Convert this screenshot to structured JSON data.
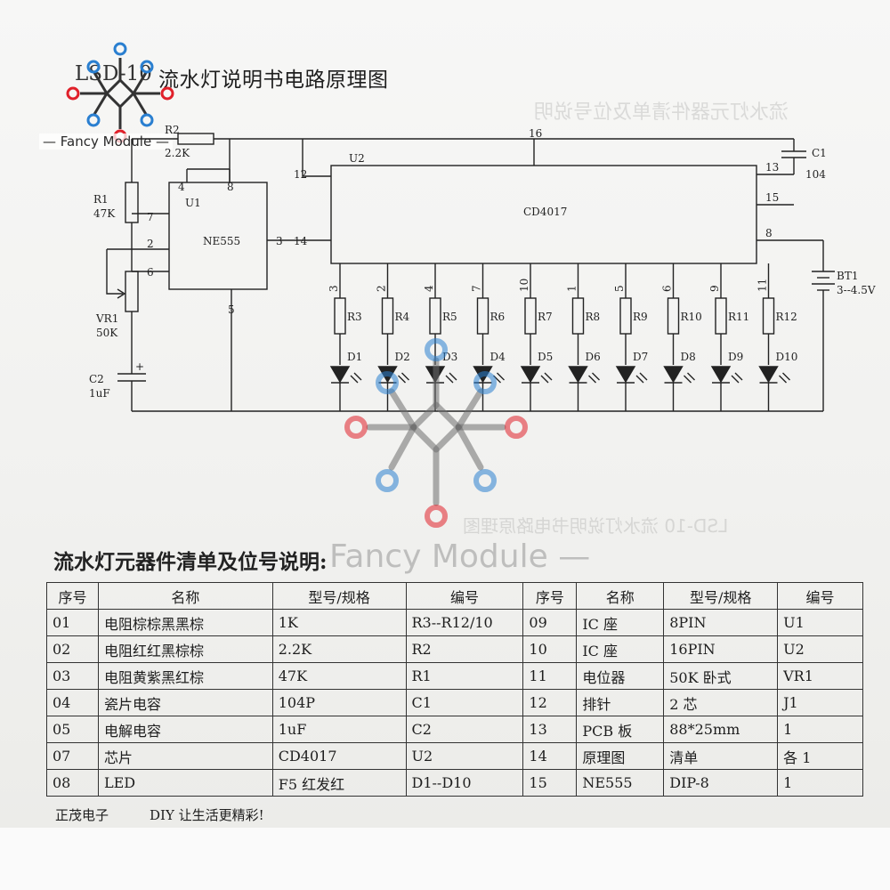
{
  "title": {
    "prefix": "LSD-10",
    "text": "流水灯说明书电路原理图"
  },
  "watermark": {
    "label": "Fancy Module",
    "dash": "—"
  },
  "schematic": {
    "components": {
      "R2": "R2",
      "R2_val": "2.2K",
      "R1": "R1",
      "R1_val": "47K",
      "U1": "U1",
      "U1_part": "NE555",
      "U2": "U2",
      "U2_part": "CD4017",
      "VR1": "VR1",
      "VR1_val": "50K",
      "C2": "C2",
      "C2_val": "1uF",
      "C2_pol": "+",
      "C1": "C1",
      "C1_val": "104",
      "BT1": "BT1",
      "BT1_val": "3--4.5V"
    },
    "u1_pins": {
      "p4": "4",
      "p8": "8",
      "p7": "7",
      "p2": "2",
      "p6": "6",
      "p3": "3",
      "p5": "5"
    },
    "u2_pins": {
      "p12": "12",
      "p14": "14",
      "p16": "16",
      "p13": "13",
      "p15": "15",
      "p8": "8"
    },
    "output_pins": [
      "3",
      "2",
      "4",
      "7",
      "10",
      "1",
      "5",
      "6",
      "9",
      "11"
    ],
    "resistors": [
      "R3",
      "R4",
      "R5",
      "R6",
      "R7",
      "R8",
      "R9",
      "R10",
      "R11",
      "R12"
    ],
    "leds": [
      "D1",
      "D2",
      "D3",
      "D4",
      "D5",
      "D6",
      "D7",
      "D8",
      "D9",
      "D10"
    ]
  },
  "list_title": "流水灯元器件清单及位号说明:",
  "table": {
    "headers": [
      "序号",
      "名称",
      "型号/规格",
      "编号",
      "序号",
      "名称",
      "型号/规格",
      "编号"
    ],
    "rows": [
      [
        "01",
        "电阻棕棕黑黑棕",
        "1K",
        "R3--R12/10",
        "09",
        "IC 座",
        "8PIN",
        "U1"
      ],
      [
        "02",
        "电阻红红黑棕棕",
        "2.2K",
        "R2",
        "10",
        "IC 座",
        "16PIN",
        "U2"
      ],
      [
        "03",
        "电阻黄紫黑红棕",
        "47K",
        "R1",
        "11",
        "电位器",
        "50K 卧式",
        "VR1"
      ],
      [
        "04",
        "瓷片电容",
        "104P",
        "C1",
        "12",
        "排针",
        "2 芯",
        "J1"
      ],
      [
        "05",
        "电解电容",
        "1uF",
        "C2",
        "13",
        "PCB 板",
        "88*25mm",
        "1"
      ],
      [
        "07",
        "芯片",
        "CD4017",
        "U2",
        "14",
        "原理图",
        "清单",
        "各 1"
      ],
      [
        "08",
        "LED",
        "F5 红发红",
        "D1--D10",
        "15",
        "NE555",
        "DIP-8",
        "1"
      ]
    ]
  },
  "footer": {
    "left": "正茂电子",
    "right": "DIY 让生活更精彩!"
  },
  "colors": {
    "logo_red": "#e0202a",
    "logo_blue": "#2a7fd0",
    "logo_dark": "#333333"
  }
}
